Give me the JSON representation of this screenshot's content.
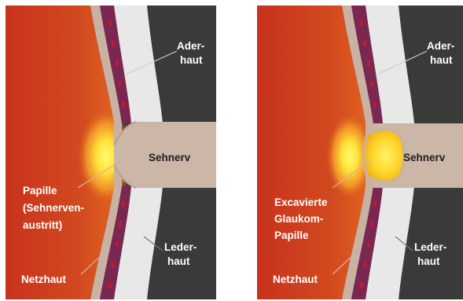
{
  "panels": [
    {
      "id": "normal",
      "labels": {
        "aderhaut_line1": "Ader-",
        "aderhaut_line2": "haut",
        "sehnerv": "Sehnerv",
        "papille_line1": "Papille",
        "papille_line2": "(Sehnerven-",
        "papille_line3": "austritt)",
        "lederhaut_line1": "Leder-",
        "lederhaut_line2": "haut",
        "netzhaut": "Netzhaut"
      }
    },
    {
      "id": "glaukom",
      "labels": {
        "aderhaut_line1": "Ader-",
        "aderhaut_line2": "haut",
        "sehnerv": "Sehnerv",
        "papille_line1": "Excavierte",
        "papille_line2": "Glaukom-",
        "papille_line3": "Papille",
        "lederhaut_line1": "Leder-",
        "lederhaut_line2": "haut",
        "netzhaut": "Netzhaut"
      }
    }
  ],
  "colors": {
    "eye_interior": "#d0401f",
    "background_dark": "#3a3a3a",
    "sclera": "#e8e8e8",
    "choroid": "#7a2852",
    "retina": "#c9b2a4",
    "optic_nerve": "#cbb6a8",
    "papilla_glow": "#fff04a"
  }
}
